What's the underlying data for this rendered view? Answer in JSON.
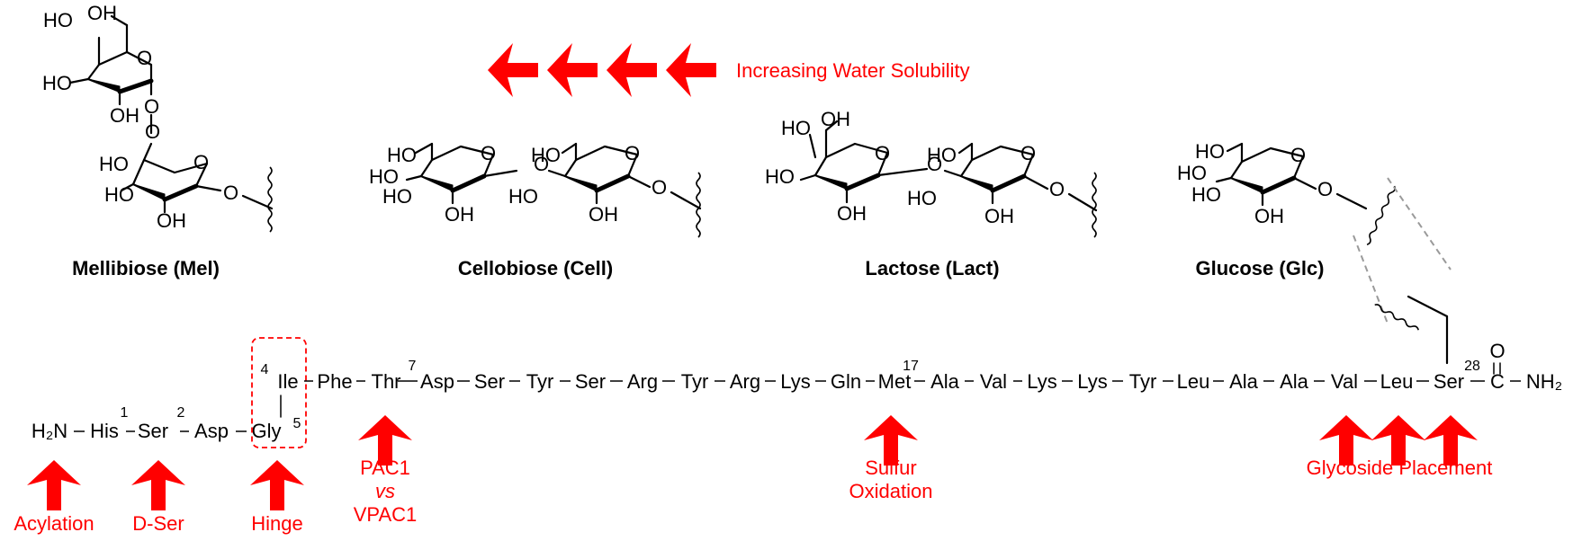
{
  "sugars": [
    {
      "label": "Mellibiose (Mel)"
    },
    {
      "label": "Cellobiose (Cell)"
    },
    {
      "label": "Lactose (Lact)"
    },
    {
      "label": "Glucose (Glc)"
    }
  ],
  "atoms": {
    "oh": "OH",
    "ho": "HO",
    "o": "O"
  },
  "solubility": {
    "label": "Increasing Water Solubility",
    "arrow_count": 4
  },
  "peptide": {
    "h2n": "H₂N",
    "nh2": "NH₂",
    "c": "C",
    "o": "O",
    "residues": [
      "His",
      "Ser",
      "Asp",
      "Gly",
      "Ile",
      "Phe",
      "Thr",
      "Asp",
      "Ser",
      "Tyr",
      "Ser",
      "Arg",
      "Tyr",
      "Arg",
      "Lys",
      "Gln",
      "Met",
      "Ala",
      "Val",
      "Lys",
      "Lys",
      "Tyr",
      "Leu",
      "Ala",
      "Ala",
      "Val",
      "Leu",
      "Ser"
    ],
    "numbers": {
      "his": "1",
      "ser": "2",
      "ile": "4",
      "gly": "5",
      "thr": "7",
      "met": "17",
      "ser28": "28"
    }
  },
  "modifications": {
    "acylation": "Acylation",
    "dser": "D-Ser",
    "hinge": "Hinge",
    "pac1": [
      "PAC1",
      "vs",
      "VPAC1"
    ],
    "sulfur": [
      "Sulfur",
      "Oxidation"
    ],
    "glycoside": "Glycoside Placement"
  },
  "colors": {
    "annotation": "#ff0000",
    "structure": "#000000",
    "linker": "#9a9a9a"
  }
}
